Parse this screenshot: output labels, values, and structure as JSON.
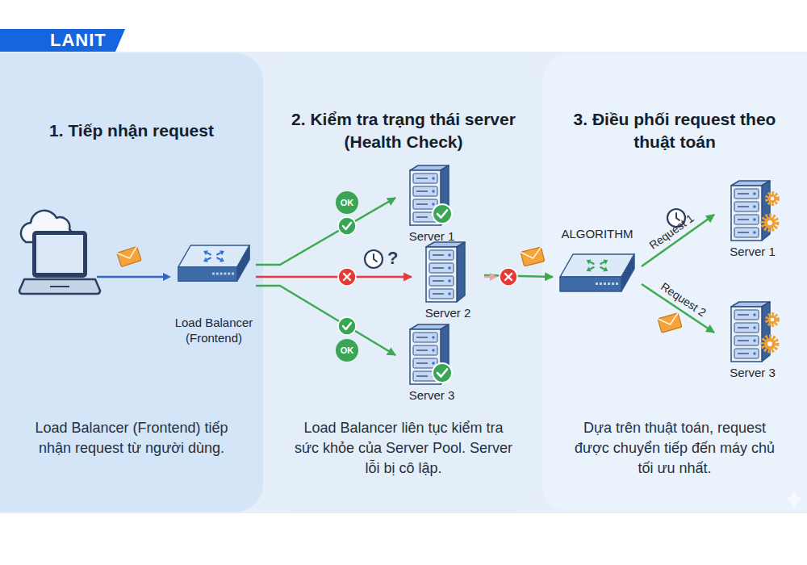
{
  "diagram": {
    "nodes": [
      {
        "text": [
          "LANIT"
        ]
      },
      {
        "text": [
          "1. Tiếp nhận request",
          "Load Balancer (Frontend) tiếp nhận request từ người dùng."
        ]
      },
      {
        "text": [
          "Load Balancer (Frontend)"
        ],
        "in": 1
      },
      {
        "text": [
          "2. Kiểm tra trạng thái server (Health Check)",
          "Load Balancer liên tục kiểm tra sức khỏe của Server Pool. Server lỗi bị cô lập."
        ]
      },
      {
        "text": [
          "OK"
        ],
        "in": 3
      },
      {
        "text": [
          "Server 1"
        ],
        "in": 3
      },
      {
        "text": [
          "Server 2"
        ],
        "in": 3
      },
      {
        "text": [
          "OK"
        ],
        "in": 3
      },
      {
        "text": [
          "Server 3"
        ],
        "in": 3
      },
      {
        "text": [
          "3. Điều phối request theo thuật toán",
          "Dựa trên thuật toán, request được chuyển tiếp đến máy chủ tối ưu nhất."
        ]
      },
      {
        "text": [
          "ALGORITHM"
        ],
        "in": 9
      },
      {
        "text": [
          "Server 1"
        ],
        "in": 9
      },
      {
        "text": [
          "Server 3"
        ],
        "in": 9
      }
    ],
    "edges": [
      {
        "from": 2,
        "to": 5,
        "arrow": "to"
      },
      {
        "from": 2,
        "to": 6,
        "arrow": "to"
      },
      {
        "from": 2,
        "to": 8,
        "arrow": "to"
      },
      {
        "from": 6,
        "to": 10,
        "arrow": "to"
      },
      {
        "from": 10,
        "to": 11,
        "label": "Request 1",
        "arrow": "to"
      },
      {
        "from": 10,
        "to": 12,
        "label": "Request 2",
        "arrow": "to"
      }
    ],
    "labels": [
      "?"
    ]
  }
}
